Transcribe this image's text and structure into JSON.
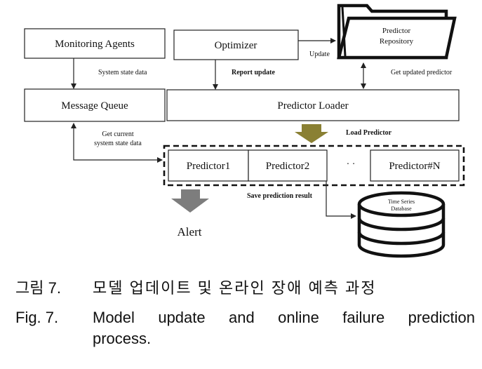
{
  "diagram": {
    "nodes": {
      "monitoring_agents": "Monitoring Agents",
      "optimizer": "Optimizer",
      "predictor_repository": [
        "Predictor",
        "Repository"
      ],
      "message_queue": "Message Queue",
      "predictor_loader": "Predictor Loader",
      "predictor1": "Predictor1",
      "predictor2": "Predictor2",
      "ellipsis": "· ·",
      "predictorN": "Predictor#N",
      "time_series_database": [
        "Time Series",
        "Database"
      ],
      "alert": "Alert"
    },
    "edge_labels": {
      "update": "Update",
      "system_state_data": "System state data",
      "report_update": "Report update",
      "get_updated_predictor": "Get updated predictor",
      "load_predictor": "Load Predictor",
      "get_current_state": [
        "Get current",
        "system state data"
      ],
      "save_prediction_result": "Save prediction result"
    },
    "colors": {
      "load_arrow": "#8a8033",
      "alert_arrow": "#7d7d7d",
      "stroke": "#222222"
    }
  },
  "caption": {
    "korean_number": "그림 7.",
    "korean_text": "모델 업데이트 및 온라인 장애 예측 과정",
    "english_number": "Fig. 7.",
    "english_text_line1": "Model update and online failure prediction",
    "english_text_line2": "process."
  }
}
